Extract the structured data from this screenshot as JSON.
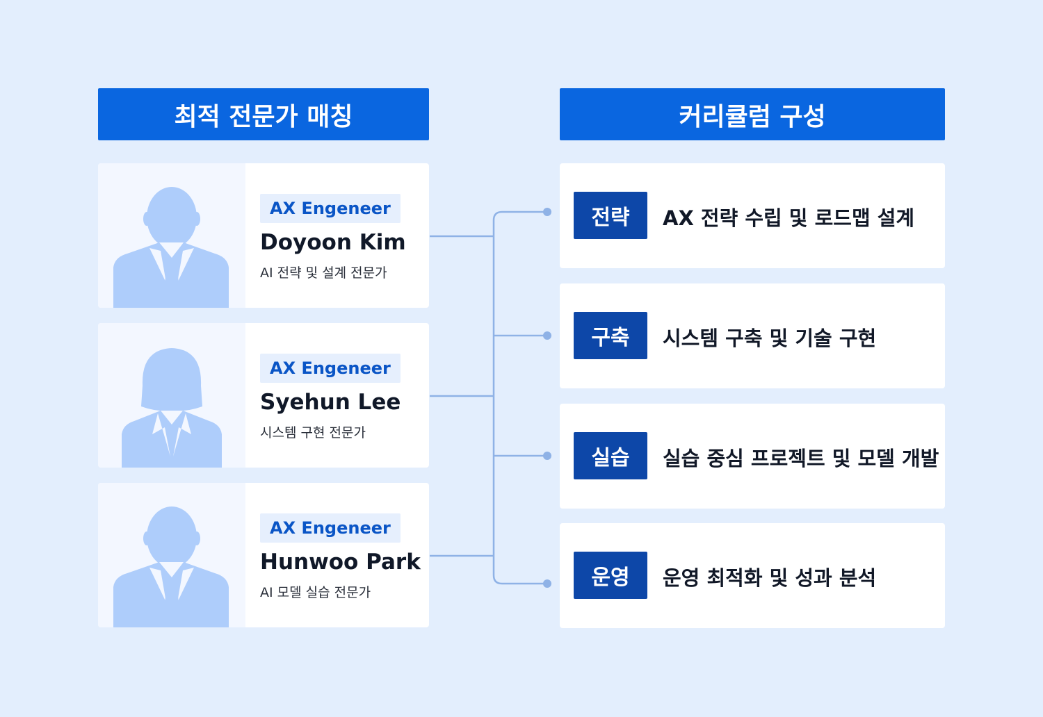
{
  "headers": {
    "left": "최적 전문가 매칭",
    "right": "커리큘럼 구성"
  },
  "experts": [
    {
      "role": "AX Engeneer",
      "name": "Doyoon Kim",
      "desc": "AI 전략 및 설계 전문가",
      "avatar": "male-silhouette-icon"
    },
    {
      "role": "AX Engeneer",
      "name": "Syehun Lee",
      "desc": "시스템 구현 전문가",
      "avatar": "female-silhouette-icon"
    },
    {
      "role": "AX Engeneer",
      "name": "Hunwoo Park",
      "desc": "AI 모델 실습 전문가",
      "avatar": "male-silhouette-icon"
    }
  ],
  "curriculum": [
    {
      "tag": "전략",
      "text": "AX 전략 수립 및 로드맵 설계"
    },
    {
      "tag": "구축",
      "text": "시스템 구축 및 기술 구현"
    },
    {
      "tag": "실습",
      "text": "실습 중심 프로젝트 및 모델 개발"
    },
    {
      "tag": "운영",
      "text": "운영 최적화 및 성과 분석"
    }
  ],
  "colors": {
    "background": "#e3eefd",
    "header": "#0a66e0",
    "tag": "#0d47a8",
    "badge_bg": "#e6effd",
    "badge_text": "#0a55c6",
    "connector": "#8fb2e6",
    "silhouette": "#aecdfb"
  }
}
